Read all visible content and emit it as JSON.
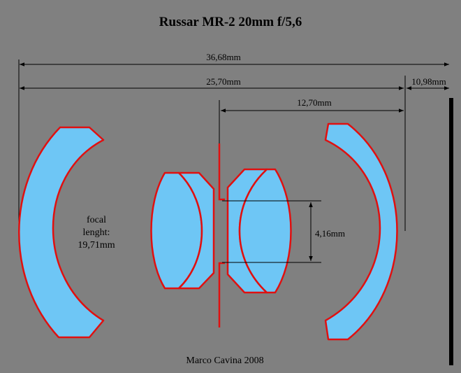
{
  "title": "Russar MR-2  20mm f/5,6",
  "dimensions": {
    "total_length": "36,68mm",
    "lens_length": "25,70mm",
    "back_focus": "10,98mm",
    "stop_to_rear": "12,70mm",
    "aperture_height": "4,16mm"
  },
  "focal_label": {
    "line1": "focal",
    "line2": "lenght:",
    "line3": "19,71mm"
  },
  "credit": "Marco Cavina 2008",
  "colors": {
    "background": "#808080",
    "glass": "#6ec6f5",
    "outline": "#e01010"
  }
}
